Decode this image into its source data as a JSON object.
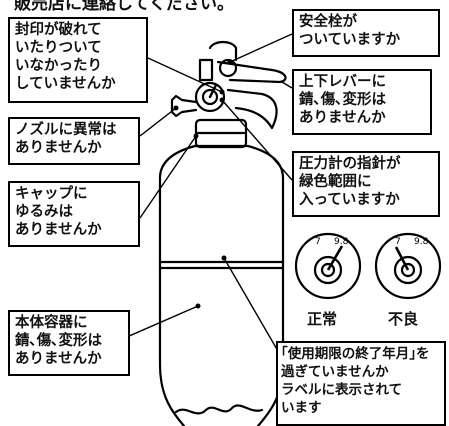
{
  "header_text": "販売店に連絡してください。",
  "callouts": {
    "seal": [
      "封印が破れて",
      "いたりついて",
      "いなかったり",
      "していませんか"
    ],
    "nozzle": [
      "ノズルに異常は",
      "ありませんか"
    ],
    "cap": [
      "キャップに",
      "ゆるみは",
      "ありませんか"
    ],
    "body": [
      "本体容器に",
      "錆､傷､変形は",
      "ありませんか"
    ],
    "safety_pin": [
      "安全栓が",
      "ついていますか"
    ],
    "lever": [
      "上下レバーに",
      "錆､傷､変形は",
      "ありませんか"
    ],
    "gauge": [
      "圧力計の指針が",
      "緑色範囲に",
      "入っていますか"
    ],
    "expiry": [
      "｢使用期限の終了年月｣を",
      "過ぎていませんか",
      "ラベルに表示されて",
      "います"
    ]
  },
  "gauges": [
    {
      "label": "正常",
      "scale_low": "7",
      "scale_high": "9.8",
      "status": "normal"
    },
    {
      "label": "不良",
      "scale_low": "7",
      "scale_high": "9.8",
      "status": "bad"
    }
  ],
  "colors": {
    "line": "#000000",
    "text": "#111111",
    "background": "#ffffff"
  }
}
